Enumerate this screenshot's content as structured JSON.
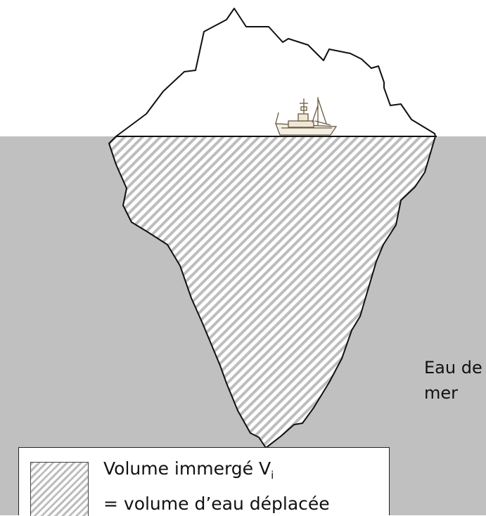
{
  "sea": {
    "label_line1": "Eau de",
    "label_line2": "mer",
    "color": "#c0c0c0"
  },
  "iceberg": {
    "above_fill": "#ffffff",
    "below_hatch_color": "#bdbdbd"
  },
  "boat": {
    "icon": "ship-icon"
  },
  "legend": {
    "line1_main": "Volume immergé V",
    "line1_sub": "i",
    "line2": "= volume d’eau déplacée"
  }
}
